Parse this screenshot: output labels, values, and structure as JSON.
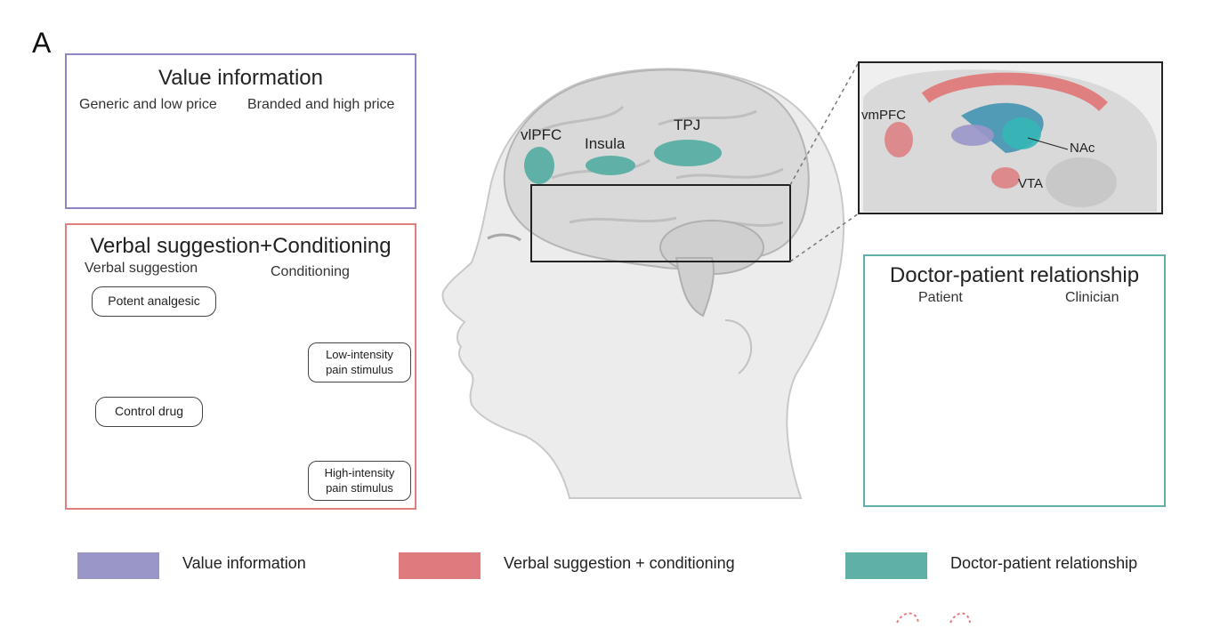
{
  "panel_letter": "A",
  "value_panel": {
    "title": "Value information",
    "generic_label": "Generic and low price",
    "branded_label": "Branded and high price"
  },
  "verbal_panel": {
    "title": "Verbal suggestion+Conditioning",
    "verbal_label": "Verbal suggestion",
    "conditioning_label": "Conditioning",
    "potent_label": "Potent analgesic",
    "control_label": "Control drug",
    "low_stim_line1": "Low-intensity",
    "low_stim_line2": "pain stimulus",
    "high_stim_line1": "High-intensity",
    "high_stim_line2": "pain stimulus"
  },
  "brain": {
    "vlpfc": "vlPFC",
    "insula": "Insula",
    "tpj": "TPJ"
  },
  "inset": {
    "vmpfc": "vmPFC",
    "nac": "NAc",
    "vta": "VTA"
  },
  "doctor_panel": {
    "title": "Doctor-patient relationship",
    "patient": "Patient",
    "clinician": "Clinician"
  },
  "legend": {
    "items": [
      {
        "label": "Value information",
        "color": "#9a96c8"
      },
      {
        "label": "Verbal suggestion + conditioning",
        "color": "#dd7b7f"
      },
      {
        "label": "Doctor-patient relationship",
        "color": "#5fb0a6"
      }
    ]
  },
  "colors": {
    "value": "#8c86c4",
    "verbal": "#e07f7f",
    "doctor": "#5fb0a6",
    "teal_region": "#5fb0a6"
  }
}
